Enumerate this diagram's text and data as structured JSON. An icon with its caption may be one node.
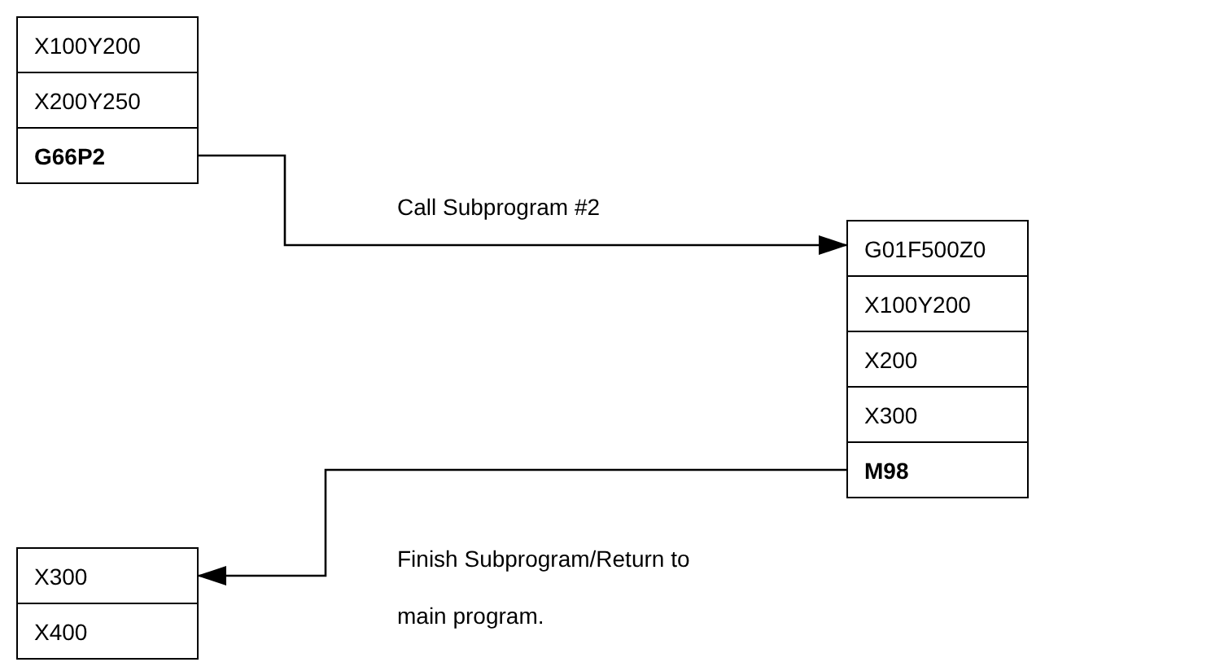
{
  "diagram": {
    "nodes": [
      {
        "text": [
          "X100Y200"
        ]
      },
      {
        "text": [
          "X200Y250"
        ]
      },
      {
        "text": [
          "G66P2"
        ]
      },
      {
        "text": [
          "G01F500Z0"
        ]
      },
      {
        "text": [
          "X100Y200"
        ]
      },
      {
        "text": [
          "X200"
        ]
      },
      {
        "text": [
          "X300"
        ]
      },
      {
        "text": [
          "M98"
        ]
      },
      {
        "text": [
          "X300"
        ]
      },
      {
        "text": [
          "X400"
        ]
      }
    ],
    "edges": [
      {
        "from": 2,
        "to": 3,
        "arrow": "to",
        "label": "Call Subprogram #2"
      },
      {
        "from": 7,
        "to": 8,
        "arrow": "to",
        "label": "Finish Subprogram/Return to main program."
      }
    ]
  }
}
